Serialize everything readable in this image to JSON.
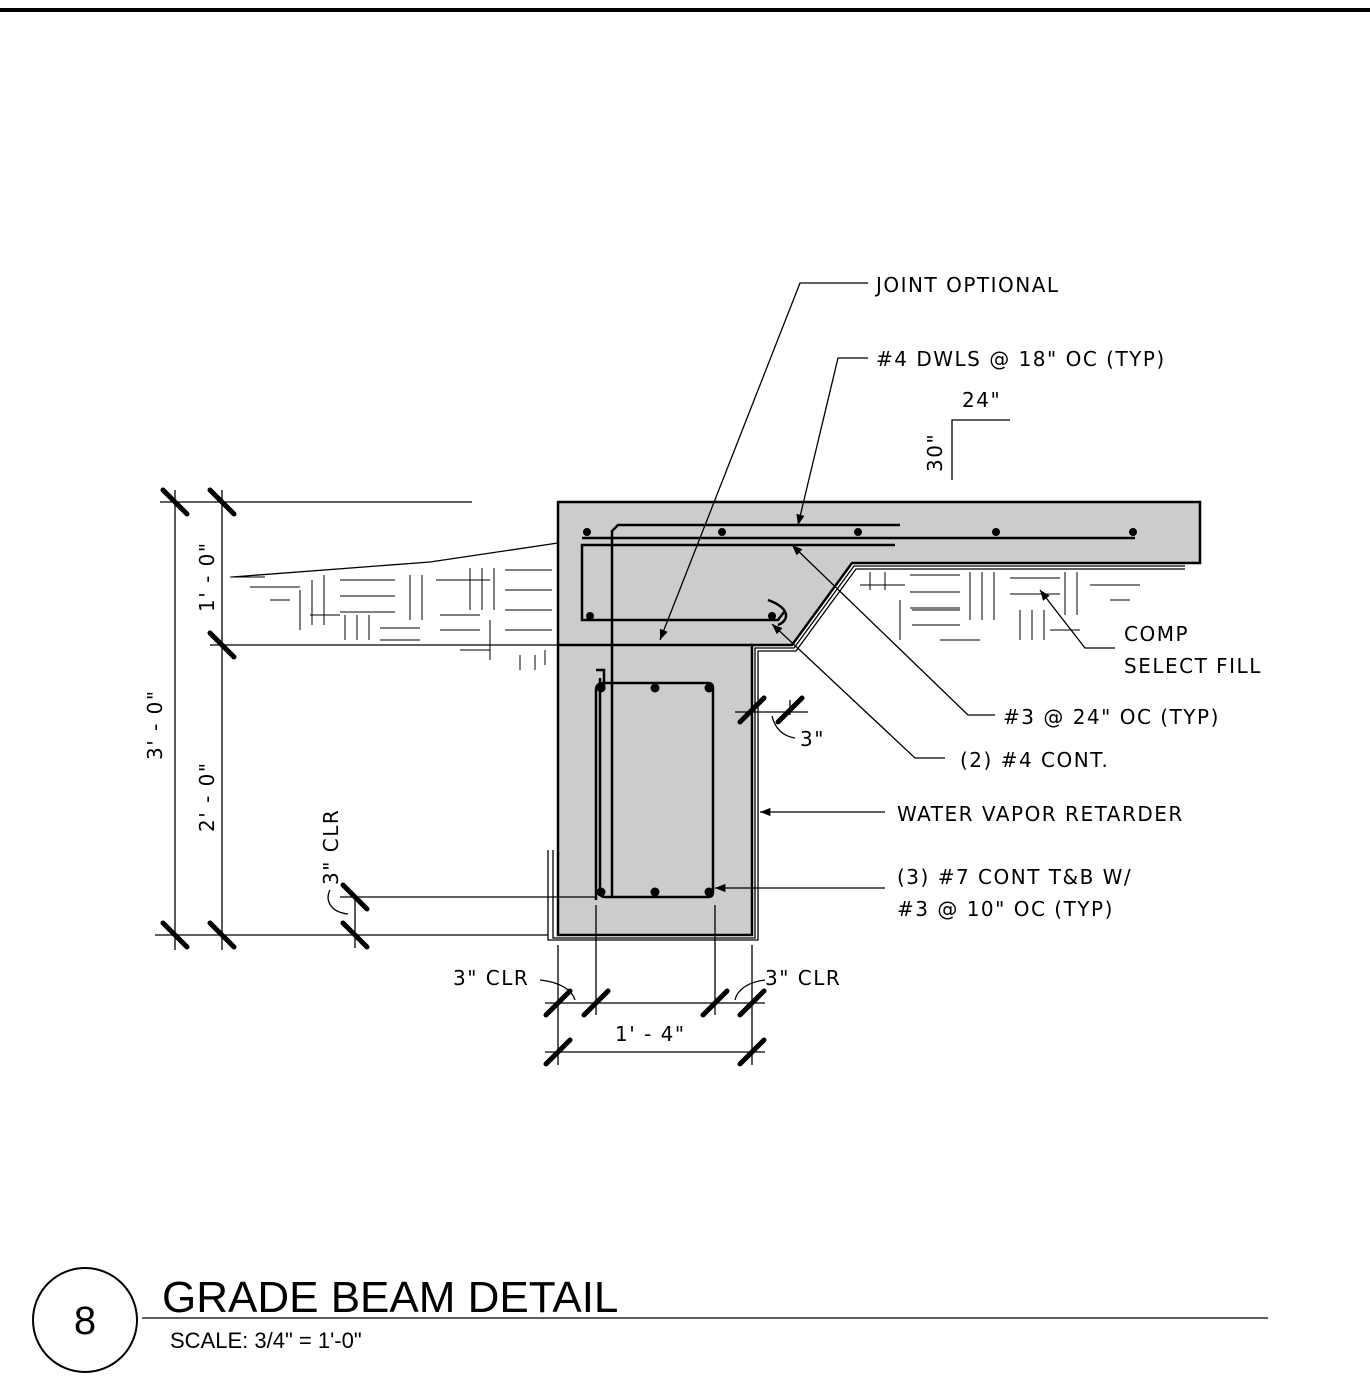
{
  "labels": {
    "joint_optional": "JOINT OPTIONAL",
    "dowels": "#4 DWLS @ 18\" OC (TYP)",
    "slope_run": "24\"",
    "slope_rise": "30\"",
    "comp_fill_line1": "COMP",
    "comp_fill_line2": "SELECT FILL",
    "stirrup_small": "#3 @ 24\" OC (TYP)",
    "cont_bars": "(2) #4 CONT.",
    "vapor_retarder": "WATER VAPOR RETARDER",
    "main_bars_line1": "(3) #7 CONT T&B W/",
    "main_bars_line2": "#3 @ 10\" OC (TYP)",
    "side_clear": "3\"",
    "bottom_clear_left": "3\" CLR",
    "bottom_clear_right": "3\" CLR",
    "vertical_clear": "3\" CLR"
  },
  "dimensions": {
    "total_height": "3' - 0\"",
    "upper_height": "1' - 0\"",
    "lower_height": "2' - 0\"",
    "beam_width": "1' - 4\""
  },
  "title_block": {
    "detail_number": "8",
    "title": "GRADE BEAM DETAIL",
    "scale": "SCALE:  3/4\" = 1'-0\""
  },
  "colors": {
    "concrete_fill": "#cccccc",
    "line": "#000000",
    "background": "#ffffff"
  }
}
